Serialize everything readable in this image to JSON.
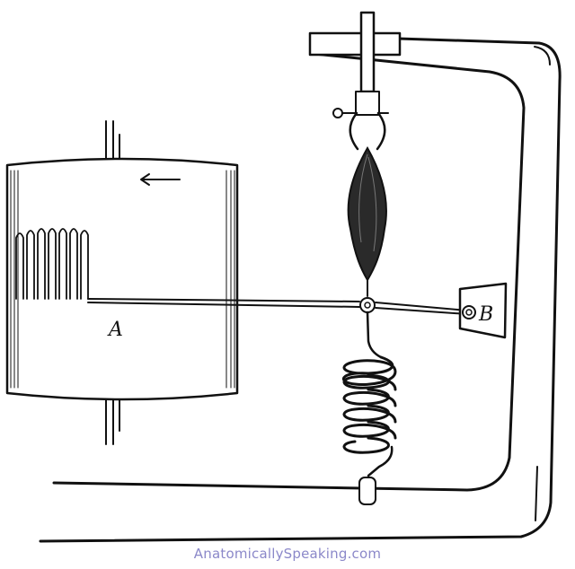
{
  "labels": {
    "drum": "A",
    "pivot": "B"
  },
  "watermark": "AnatomicallySpeaking.com",
  "colors": {
    "ink": "#111111",
    "watermark": "#8b88c9",
    "background": "#ffffff"
  }
}
